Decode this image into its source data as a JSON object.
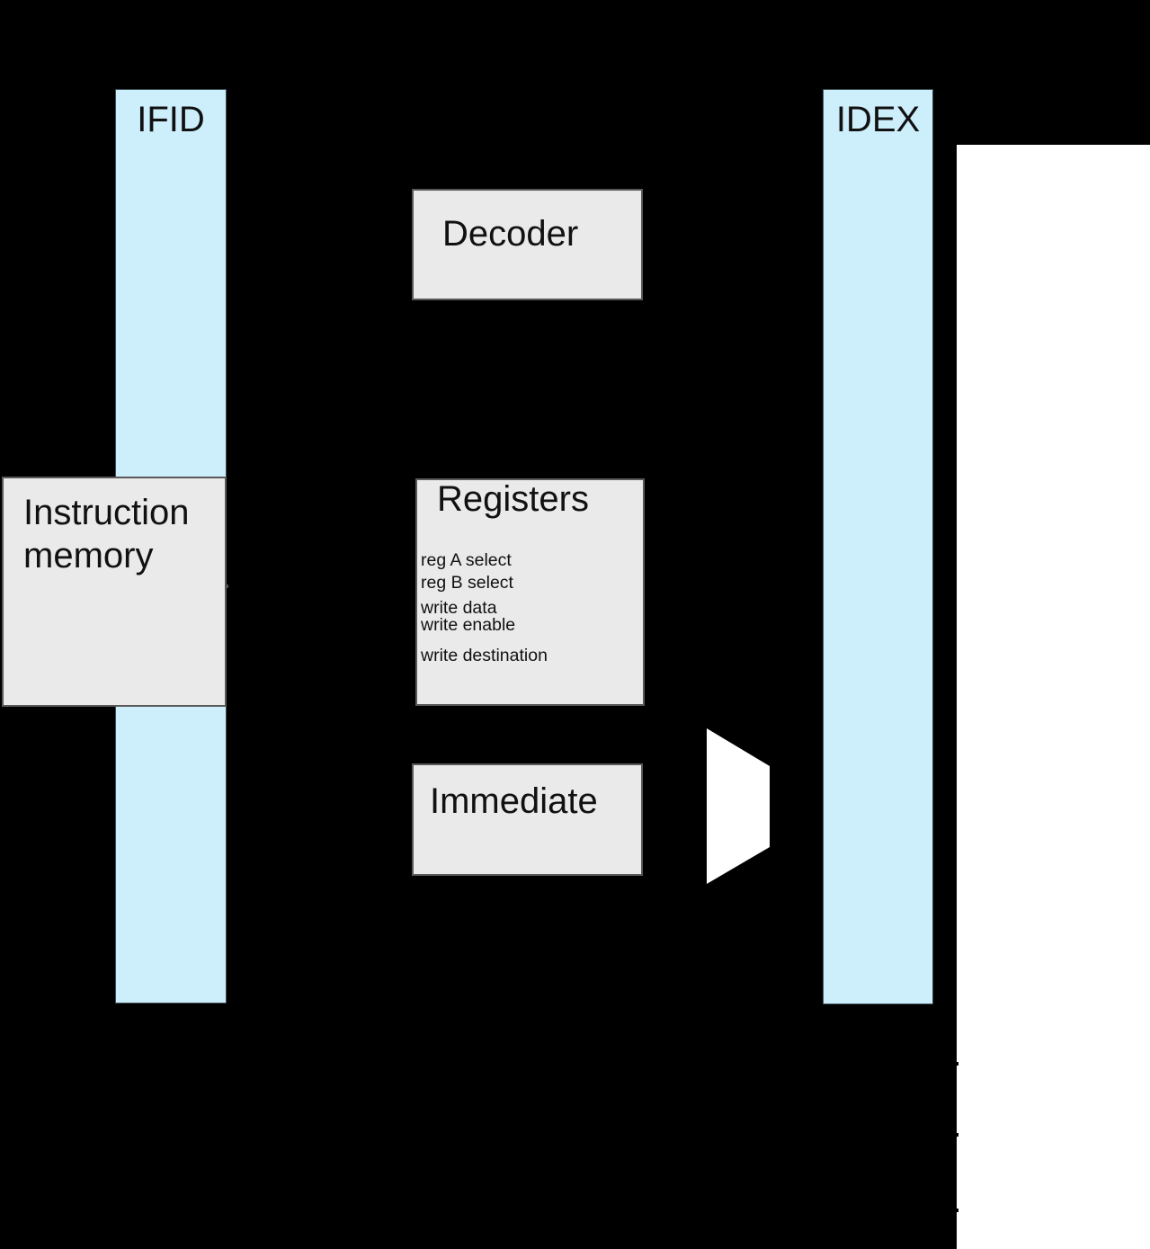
{
  "diagram": {
    "pipeline_registers": [
      {
        "id": "ifid",
        "label": "IFID"
      },
      {
        "id": "idex",
        "label": "IDEX"
      }
    ],
    "blocks": {
      "instruction_memory": {
        "label": "Instruction memory"
      },
      "decoder": {
        "label": "Decoder"
      },
      "registers": {
        "title": "Registers",
        "ports": [
          "reg A select",
          "reg B select",
          "write data",
          "write enable",
          "write destination"
        ]
      },
      "immediate": {
        "label": "Immediate"
      }
    },
    "colors": {
      "background": "#000000",
      "pipeline_register_fill": "#cdeffc",
      "block_fill": "#eaeaea",
      "panel_fill": "#ffffff",
      "text": "#111111"
    }
  }
}
